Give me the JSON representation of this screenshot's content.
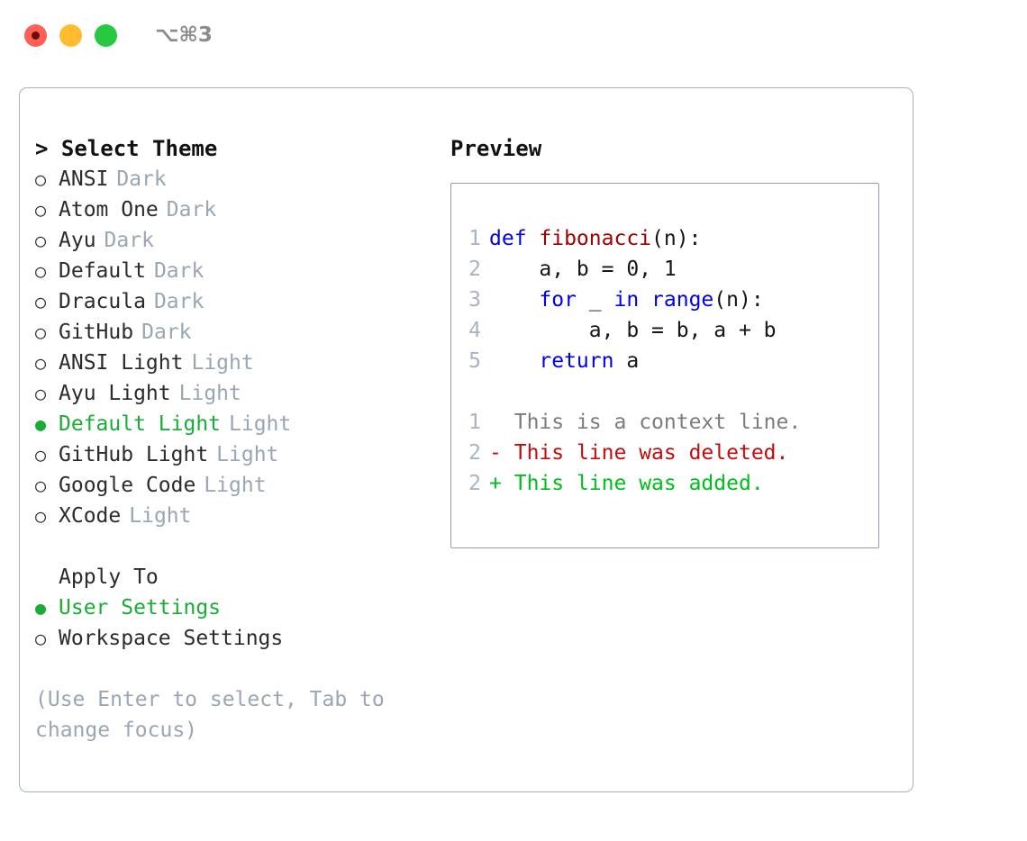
{
  "titlebar": {
    "shortcut": "⌥⌘3",
    "buttons": [
      "close",
      "minimize",
      "zoom"
    ]
  },
  "theme_picker": {
    "header": "> Select Theme",
    "items": [
      {
        "marker": "○",
        "label": "ANSI",
        "variant": "Dark",
        "selected": false
      },
      {
        "marker": "○",
        "label": "Atom One",
        "variant": "Dark",
        "selected": false
      },
      {
        "marker": "○",
        "label": "Ayu",
        "variant": "Dark",
        "selected": false
      },
      {
        "marker": "○",
        "label": "Default",
        "variant": "Dark",
        "selected": false
      },
      {
        "marker": "○",
        "label": "Dracula",
        "variant": "Dark",
        "selected": false
      },
      {
        "marker": "○",
        "label": "GitHub",
        "variant": "Dark",
        "selected": false
      },
      {
        "marker": "○",
        "label": "ANSI Light",
        "variant": "Light",
        "selected": false
      },
      {
        "marker": "○",
        "label": "Ayu Light",
        "variant": "Light",
        "selected": false
      },
      {
        "marker": "●",
        "label": "Default Light",
        "variant": "Light",
        "selected": true
      },
      {
        "marker": "○",
        "label": "GitHub Light",
        "variant": "Light",
        "selected": false
      },
      {
        "marker": "○",
        "label": "Google Code",
        "variant": "Light",
        "selected": false
      },
      {
        "marker": "○",
        "label": "XCode",
        "variant": "Light",
        "selected": false
      }
    ]
  },
  "apply_to": {
    "header": "Apply To",
    "items": [
      {
        "marker": "●",
        "label": "User Settings",
        "selected": true
      },
      {
        "marker": "○",
        "label": "Workspace Settings",
        "selected": false
      }
    ]
  },
  "hint": "(Use Enter to select, Tab to change focus)",
  "preview": {
    "title": "Preview",
    "code_lines": [
      {
        "no": "1",
        "tokens": [
          {
            "t": "def ",
            "c": "kw"
          },
          {
            "t": "fibonacci",
            "c": "fn"
          },
          {
            "t": "(n):",
            "c": "pl"
          }
        ]
      },
      {
        "no": "2",
        "tokens": [
          {
            "t": "    a, b = 0, 1",
            "c": "pl"
          }
        ]
      },
      {
        "no": "3",
        "tokens": [
          {
            "t": "    ",
            "c": "pl"
          },
          {
            "t": "for",
            "c": "kw"
          },
          {
            "t": " _ ",
            "c": "pl"
          },
          {
            "t": "in",
            "c": "kw"
          },
          {
            "t": " ",
            "c": "pl"
          },
          {
            "t": "range",
            "c": "kw"
          },
          {
            "t": "(n):",
            "c": "pl"
          }
        ]
      },
      {
        "no": "4",
        "tokens": [
          {
            "t": "        a, b = b, a + b",
            "c": "pl"
          }
        ]
      },
      {
        "no": "5",
        "tokens": [
          {
            "t": "    ",
            "c": "pl"
          },
          {
            "t": "return",
            "c": "kw"
          },
          {
            "t": " a",
            "c": "pl"
          }
        ]
      }
    ],
    "diff_lines": [
      {
        "no": "1",
        "marker": " ",
        "text": "This is a context line.",
        "kind": "ctx"
      },
      {
        "no": "2",
        "marker": "-",
        "text": "This line was deleted.",
        "kind": "del"
      },
      {
        "no": "2",
        "marker": "+",
        "text": "This line was added.",
        "kind": "add"
      }
    ]
  },
  "colors": {
    "accent_green": "#19ad35",
    "muted": "#9aa6b4",
    "keyword": "#0000ee",
    "function": "#a00000",
    "diff_added": "#00bf1d",
    "diff_deleted": "#c10d0d",
    "panel_border": "#a7b2c0"
  }
}
